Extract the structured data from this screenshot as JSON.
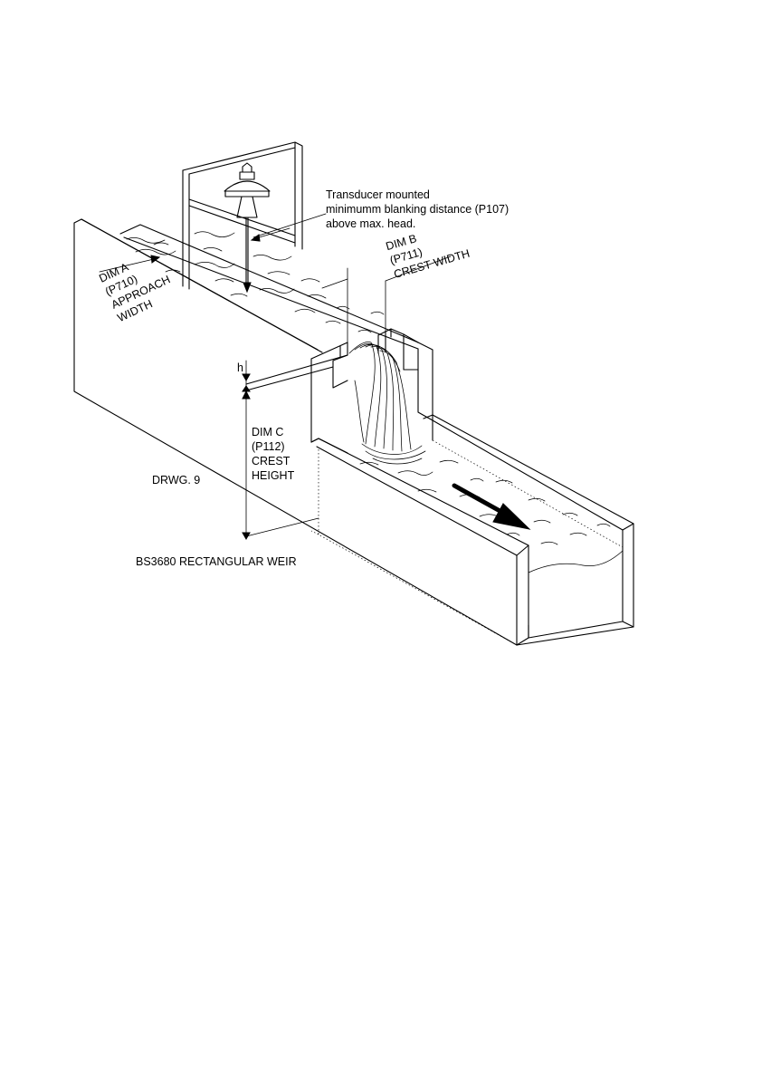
{
  "labels": {
    "transducer_line1": "Transducer mounted",
    "transducer_line2": "minimumm blanking distance (P107)",
    "transducer_line3": "above max. head.",
    "dim_b_line1": "DIM B",
    "dim_b_line2": "(P711)",
    "dim_b_line3": "CREST WIDTH",
    "dim_a_line1": "DIM A",
    "dim_a_line2": "(P710)",
    "dim_a_line3": "APPROACH",
    "dim_a_line4": "WIDTH",
    "h_label": "h",
    "dim_c_line1": "DIM C",
    "dim_c_line2": "(P112)",
    "dim_c_line3": "CREST",
    "dim_c_line4": "HEIGHT",
    "drawing_number": "DRWG. 9",
    "caption": "BS3680 RECTANGULAR WEIR"
  }
}
